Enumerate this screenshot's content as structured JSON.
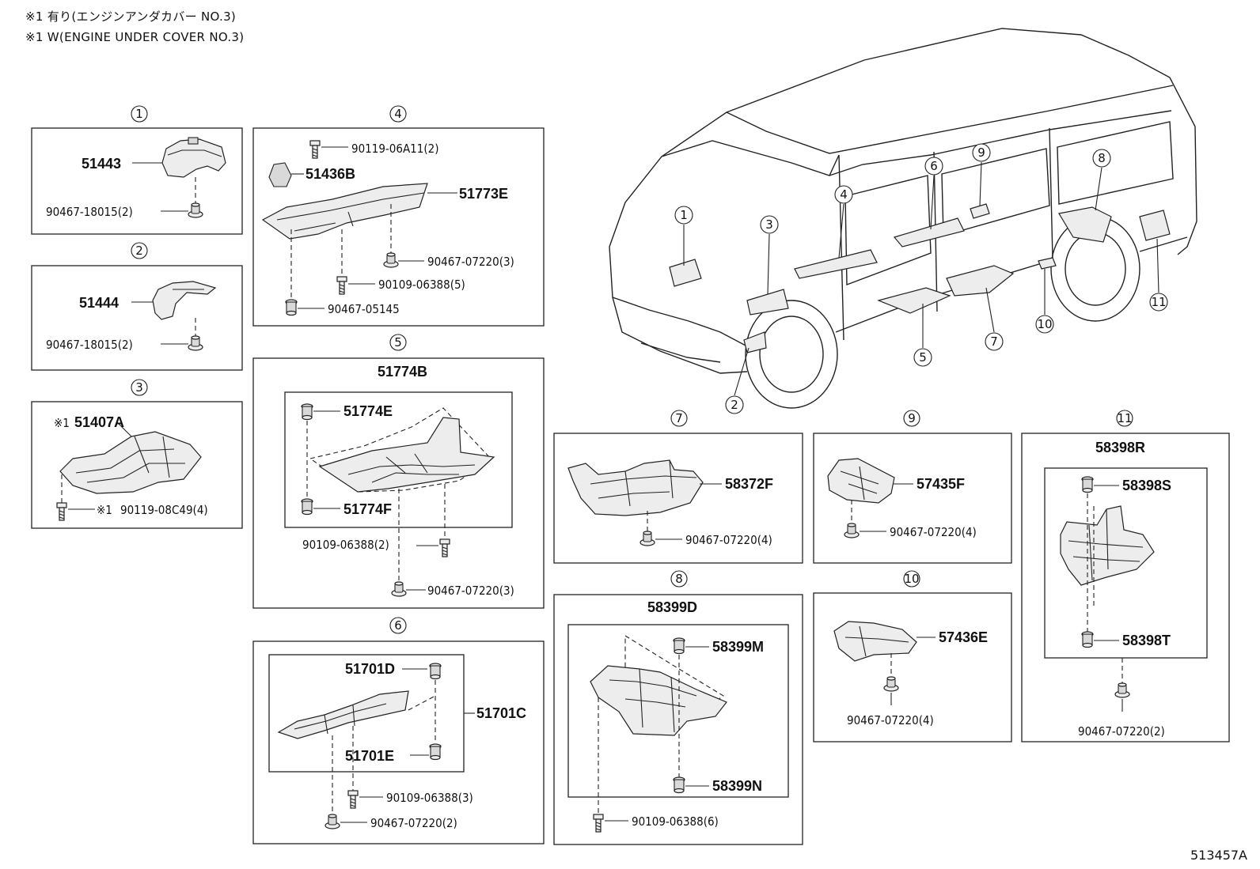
{
  "notes": [
    "※1 有り(エンジンアンダカバー NO.3)",
    "※1 W(ENGINE UNDER COVER NO.3)"
  ],
  "doc_id": "513457A",
  "callouts": [
    "①",
    "②",
    "③",
    "④",
    "⑤",
    "⑥",
    "⑦",
    "⑧",
    "⑨",
    "⑩",
    "⑪"
  ],
  "groups": {
    "g1": {
      "parts": [
        "51443",
        "90467-18015(2)"
      ]
    },
    "g2": {
      "parts": [
        "51444",
        "90467-18015(2)"
      ]
    },
    "g3": {
      "marker": "※1",
      "parts": [
        "51407A",
        "90119-08C49(4)"
      ]
    },
    "g4": {
      "parts": [
        "90119-06A11(2)",
        "51436B",
        "51773E",
        "90467-07220(3)",
        "90109-06388(5)",
        "90467-05145"
      ]
    },
    "g5": {
      "assembly": "51774B",
      "parts": [
        "51774E",
        "51774F",
        "90109-06388(2)",
        "90467-07220(3)"
      ]
    },
    "g6": {
      "parts": [
        "51701D",
        "51701C",
        "51701E",
        "90109-06388(3)",
        "90467-07220(2)"
      ]
    },
    "g7": {
      "parts": [
        "58372F",
        "90467-07220(4)"
      ]
    },
    "g8": {
      "assembly": "58399D",
      "parts": [
        "58399M",
        "58399N",
        "90109-06388(6)"
      ]
    },
    "g9": {
      "parts": [
        "57435F",
        "90467-07220(4)"
      ]
    },
    "g10": {
      "parts": [
        "57436E",
        "90467-07220(4)"
      ]
    },
    "g11": {
      "assembly": "58398R",
      "parts": [
        "58398S",
        "58398T",
        "90467-07220(2)"
      ]
    }
  }
}
